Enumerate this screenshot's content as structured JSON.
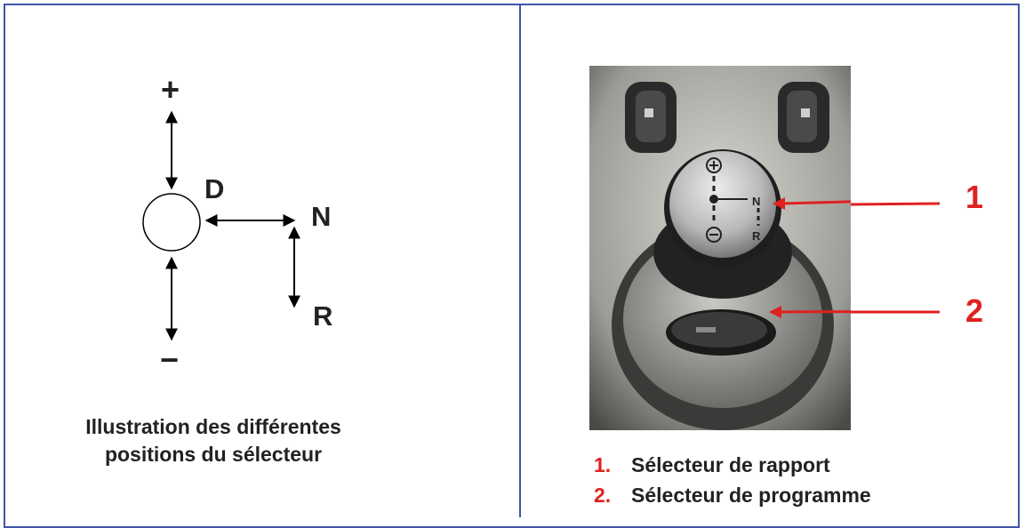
{
  "diagram": {
    "plus": "+",
    "minus": "−",
    "d": "D",
    "n": "N",
    "r": "R",
    "caption_line1": "Illustration des différentes",
    "caption_line2": "positions du sélecteur"
  },
  "photo": {
    "callout1": "1",
    "callout2": "2",
    "knob_labels": {
      "n": "N",
      "r": "R"
    }
  },
  "legend": [
    {
      "num": "1.",
      "text": "Sélecteur de rapport"
    },
    {
      "num": "2.",
      "text": "Sélecteur de programme"
    }
  ],
  "colors": {
    "border": "#3f56a8",
    "accent": "#e02020"
  }
}
